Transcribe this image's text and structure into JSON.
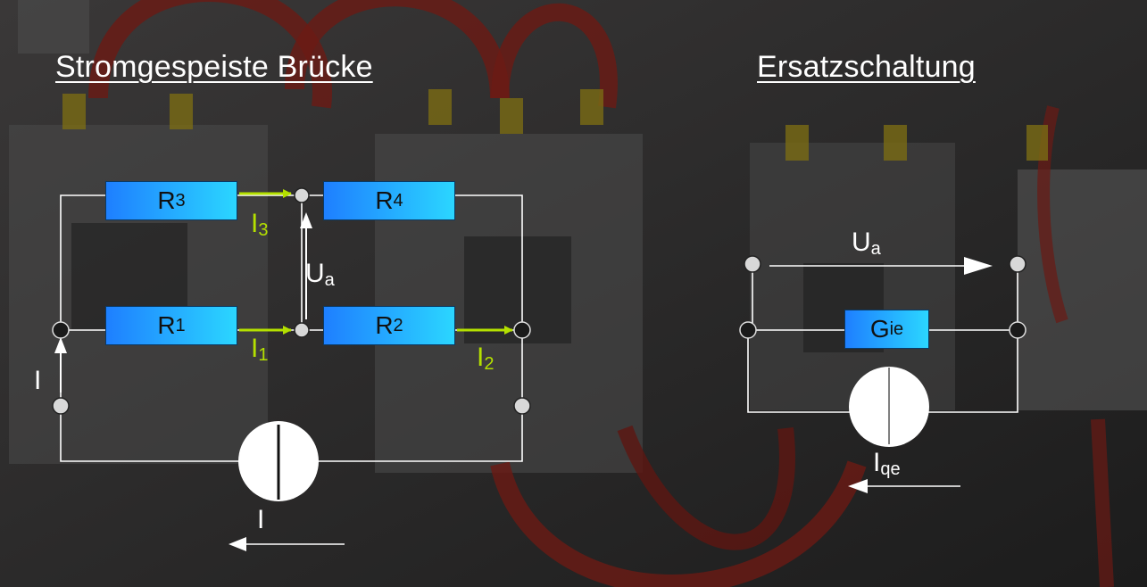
{
  "titles": {
    "left": "Stromgespeiste Brücke",
    "right": "Ersatzschaltung"
  },
  "bridge": {
    "resistors": {
      "r1": {
        "main": "R",
        "sub": "1"
      },
      "r2": {
        "main": "R",
        "sub": "2"
      },
      "r3": {
        "main": "R",
        "sub": "3"
      },
      "r4": {
        "main": "R",
        "sub": "4"
      }
    },
    "labels": {
      "i1": {
        "main": "I",
        "sub": "1"
      },
      "i2": {
        "main": "I",
        "sub": "2"
      },
      "i3": {
        "main": "I",
        "sub": "3"
      },
      "ua": {
        "main": "U",
        "sub": "a"
      },
      "i_left": "I",
      "i_bottom": "I"
    }
  },
  "equivalent": {
    "gie": {
      "main": "G",
      "sub": "ie"
    },
    "ua": {
      "main": "U",
      "sub": "a"
    },
    "iqe": {
      "main": "I",
      "sub": "qe"
    }
  },
  "colors": {
    "resistor_gradient_start": "#1e7fff",
    "resistor_gradient_end": "#2bd6ff",
    "current_arrow": "#b4e000",
    "wire": "#ffffff"
  }
}
